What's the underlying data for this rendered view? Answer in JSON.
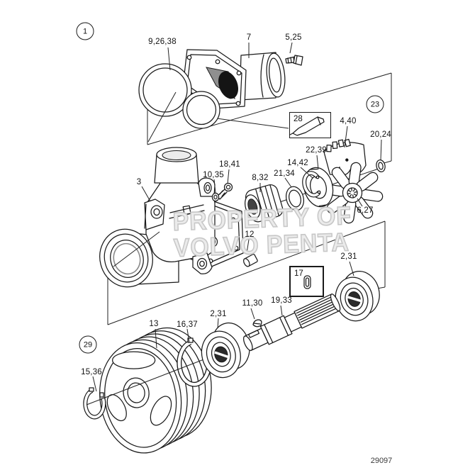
{
  "figure": {
    "drawing_number": "29097",
    "watermark": {
      "line1": "PROPERTY OF",
      "line2": "VOLVO PENTA"
    },
    "group_badges": [
      {
        "label": "1"
      },
      {
        "label": "23"
      },
      {
        "label": "29"
      }
    ],
    "inset_boxes": [
      {
        "label": "28",
        "icon": "sealant-tube-icon"
      },
      {
        "label": "17",
        "icon": "woodruff-key-icon"
      }
    ],
    "part_labels": [
      {
        "ref": "9,26,38",
        "part": "gasket"
      },
      {
        "ref": "7",
        "part": "cover-housing"
      },
      {
        "ref": "5,25",
        "part": "cover-screw"
      },
      {
        "ref": "4,40",
        "part": "cam"
      },
      {
        "ref": "20,24",
        "part": "o-ring"
      },
      {
        "ref": "22,39",
        "part": "wear-plate"
      },
      {
        "ref": "14,42",
        "part": "impeller-circlip"
      },
      {
        "ref": "21,34",
        "part": "seal-ring"
      },
      {
        "ref": "8,32",
        "part": "shaft-seal"
      },
      {
        "ref": "18,41",
        "part": "body-screw"
      },
      {
        "ref": "10,35",
        "part": "washer"
      },
      {
        "ref": "3",
        "part": "pump-body"
      },
      {
        "ref": "12",
        "part": "drain-plug"
      },
      {
        "ref": "6,27",
        "part": "impeller"
      },
      {
        "ref": "2,31",
        "part": "bearing-upper"
      },
      {
        "ref": "11,30",
        "part": "woodruff-key"
      },
      {
        "ref": "19,33",
        "part": "shaft"
      },
      {
        "ref": "2,31",
        "part": "bearing-lower"
      },
      {
        "ref": "16,37",
        "part": "circlip-large"
      },
      {
        "ref": "13",
        "part": "pulley"
      },
      {
        "ref": "15,36",
        "part": "circlip-small"
      }
    ]
  }
}
